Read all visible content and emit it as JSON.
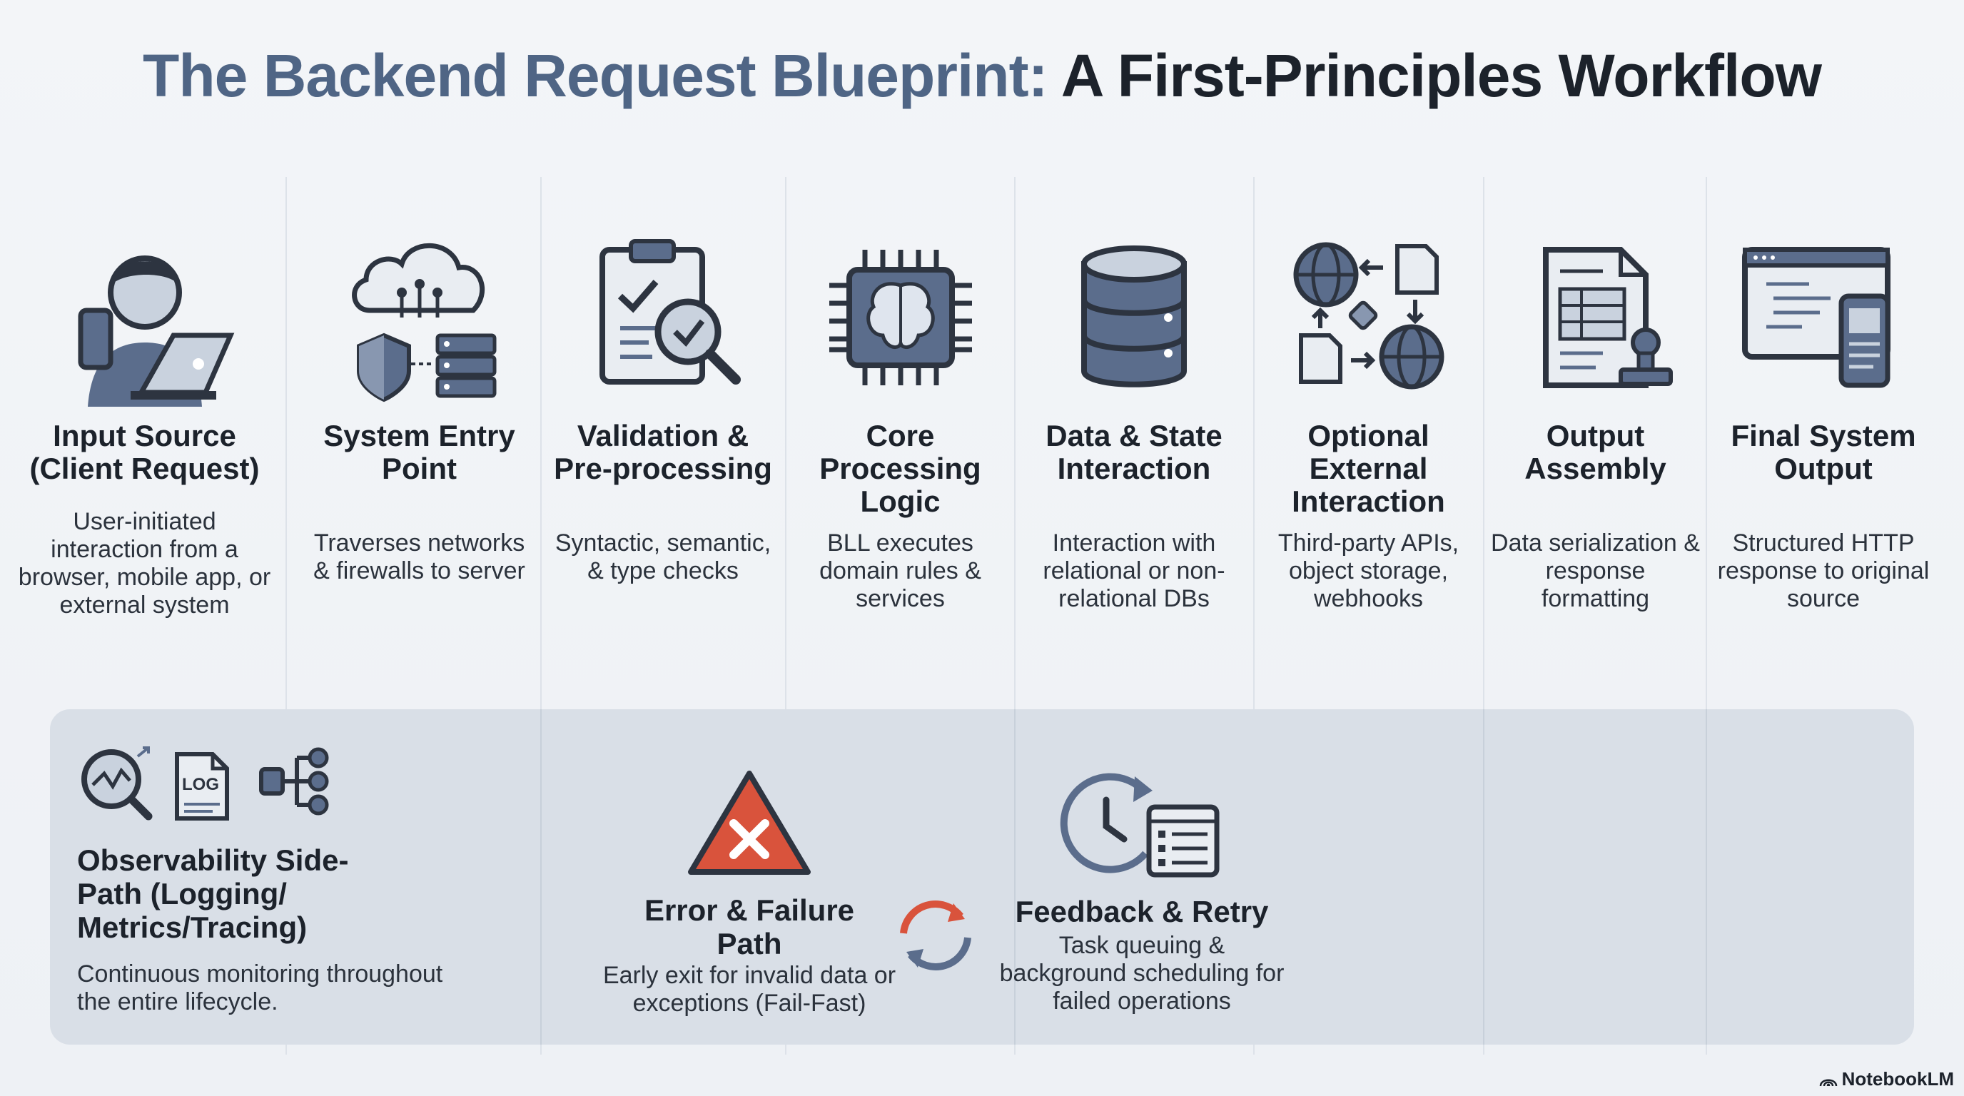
{
  "title": {
    "part1": "The Backend Request Blueprint:",
    "part2": "A First-Principles Workflow"
  },
  "stages": [
    {
      "title": "Input Source (Client Request)",
      "description": "User-initiated interaction from a browser, mobile app, or external system",
      "icon": "user-laptop-phone-icon"
    },
    {
      "title": "System Entry Point",
      "description": "Traverses networks & firewalls to server",
      "icon": "cloud-firewall-server-icon"
    },
    {
      "title": "Validation & Pre-processing",
      "description": "Syntactic, semantic, & type checks",
      "icon": "clipboard-magnifier-icon"
    },
    {
      "title": "Core Processing Logic",
      "description": "BLL executes domain rules & services",
      "icon": "chip-brain-icon"
    },
    {
      "title": "Data & State Interaction",
      "description": "Interaction with relational or non-relational DBs",
      "icon": "database-icon"
    },
    {
      "title": "Optional External Interaction",
      "description": "Third-party APIs, object storage, webhooks",
      "icon": "globe-exchange-icon"
    },
    {
      "title": "Output Assembly",
      "description": "Data serialization & response formatting",
      "icon": "document-stamp-icon"
    },
    {
      "title": "Final System Output",
      "description": "Structured HTTP response to original source",
      "icon": "monitor-mobile-icon"
    }
  ],
  "side_paths": {
    "observability": {
      "title": "Observability Side-Path (Logging/ Metrics/Tracing)",
      "description": "Continuous monitoring throughout the entire lifecycle.",
      "icons": [
        "magnifier-chart-icon",
        "log-file-icon",
        "tracing-tree-icon"
      ],
      "log_label": "LOG"
    },
    "error": {
      "title": "Error & Failure Path",
      "description": "Early exit for invalid data or exceptions (Fail-Fast)",
      "icon": "warning-x-icon"
    },
    "feedback": {
      "title": "Feedback & Retry",
      "description": "Task queuing & background scheduling for failed operations",
      "icons": [
        "retry-arrows-icon",
        "clock-list-icon"
      ]
    }
  },
  "branding": "NotebookLM",
  "colors": {
    "accent_blue": "#4f6585",
    "icon_fill": "#5b6d8c",
    "icon_dark": "#2d3440",
    "error_red": "#d9533c",
    "panel": "#d9dfe7"
  }
}
